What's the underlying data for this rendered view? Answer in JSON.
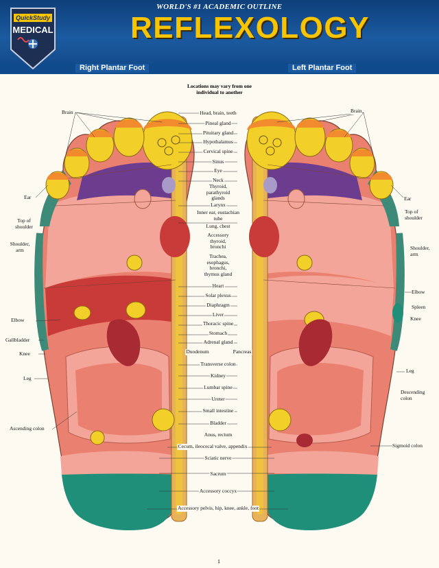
{
  "header": {
    "tagline": "WORLD'S #1 ACADEMIC OUTLINE",
    "title": "REFLEXOLOGY",
    "badge": {
      "brand": "QuickStudy",
      "series": "MEDICAL"
    },
    "colors": {
      "band": "#1b5aa0",
      "title": "#f6c400"
    }
  },
  "subheaders": {
    "right_foot": "Right Plantar Foot",
    "left_foot": "Left Plantar Foot"
  },
  "note": "Locations may vary from one individual to another",
  "center_labels": [
    "Head, brain, teeth",
    "Pineal gland",
    "Pituitary gland",
    "Hypothalamus",
    "Cervical spine",
    "Sinus",
    "Eye",
    "Neck",
    "Thyroid, parathyroid glands",
    "Larynx",
    "Inner ear, eustachian tube",
    "Lung, chest",
    "Accessory thyroid, bronchi",
    "Trachea, esophagus, bronchi, thymus gland",
    "Heart",
    "Solar plexus",
    "Diaphragm",
    "Liver",
    "Thoracic spine",
    "Stomach",
    "Adrenal gland",
    "Duodenum",
    "Pancreas",
    "Transverse colon",
    "Kidney",
    "Lumbar spine",
    "Ureter",
    "Small intestine",
    "Bladder",
    "Anus, rectum",
    "Cecum, ileocecal valve, appendix",
    "Sciatic nerve",
    "Sacrum",
    "Accessory coccyx",
    "Accessory pelvis, hip, knee, ankle, foot"
  ],
  "left_side_labels": [
    "Brain",
    "Ear",
    "Top of shoulder",
    "Shoulder, arm",
    "Elbow",
    "Gallbladder",
    "Knee",
    "Leg",
    "Ascending colon"
  ],
  "right_side_labels": [
    "Brain",
    "Ear",
    "Top of shoulder",
    "Shoulder, arm",
    "Elbow",
    "Spleen",
    "Knee",
    "Leg",
    "Descending colon",
    "Sigmoid colon"
  ],
  "page_number": "1",
  "colors": {
    "toe_cap": "#f28a2e",
    "toe_yellow": "#f3cf2a",
    "purple": "#6c3d8e",
    "pink": "#f2a598",
    "salmon": "#ea8070",
    "red": "#c93b38",
    "dark_red": "#a82b33",
    "green": "#3e8a78",
    "teal_heel": "#1f8f7a",
    "spine": "#e8b25a",
    "lavender": "#a99bc8"
  }
}
